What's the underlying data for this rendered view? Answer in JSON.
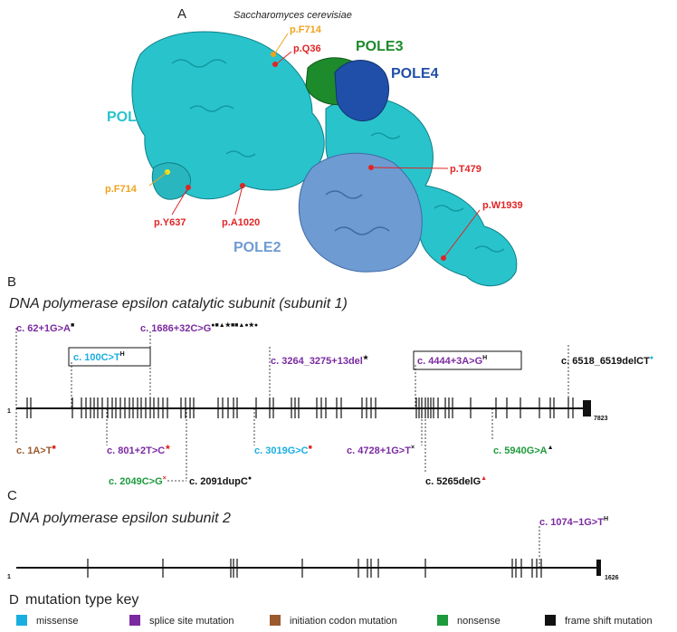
{
  "panels": {
    "a": "A",
    "b": "B",
    "c": "C",
    "d": "D"
  },
  "structure": {
    "species": "Saccharomyces cerevisiae",
    "proteins": [
      {
        "label": "POLE1",
        "color": "#29c3cc"
      },
      {
        "label": "POLE2",
        "color": "#6e9bd2"
      },
      {
        "label": "POLE3",
        "color": "#1d8a2c"
      },
      {
        "label": "POLE4",
        "color": "#1f4fa8"
      }
    ],
    "residues": [
      {
        "label": "p.F714",
        "color": "#f0a21c"
      },
      {
        "label": "p.Q36",
        "color": "#e02525"
      },
      {
        "label": "p.F714",
        "color": "#f0a21c"
      },
      {
        "label": "p.Y637",
        "color": "#e02525"
      },
      {
        "label": "p.A1020",
        "color": "#e02525"
      },
      {
        "label": "p.T479",
        "color": "#e02525"
      },
      {
        "label": "p.W1939",
        "color": "#e02525"
      }
    ]
  },
  "subunit1": {
    "title": "DNA polymerase epsilon catalytic subunit (subunit 1)",
    "start": "1",
    "end": "7823",
    "mutations": [
      {
        "label": "c. 62+1G>A",
        "color": "#7a2aa0",
        "sup": "■",
        "sup_color": "#111111"
      },
      {
        "label": "c. 100C>T",
        "color": "#1aaee0",
        "sup": "H",
        "sup_color": "#111111"
      },
      {
        "label": "c. 1686+32C>G",
        "color": "#7a2aa0",
        "sup": "●■▲★■■▲●★●",
        "sup_color": "#111111"
      },
      {
        "label": "c. 3264_3275+13del",
        "color": "#7a2aa0",
        "sup": "★",
        "sup_color": "#111111"
      },
      {
        "label": "c. 4444+3A>G",
        "color": "#7a2aa0",
        "sup": "H",
        "sup_color": "#111111"
      },
      {
        "label": "c. 6518_6519delCT",
        "color": "#111111",
        "sup": "●",
        "sup_color": "#1aaee0"
      },
      {
        "label": "c. 1A>T",
        "color": "#9b5a2e",
        "sup": "■",
        "sup_color": "#e02525"
      },
      {
        "label": "c. 801+2T>C",
        "color": "#7a2aa0",
        "sup": "★",
        "sup_color": "#e02525"
      },
      {
        "label": "c. 3019G>C",
        "color": "#1aaee0",
        "sup": "■",
        "sup_color": "#e02525"
      },
      {
        "label": "c. 4728+1G>T",
        "color": "#7a2aa0",
        "sup": "×",
        "sup_color": "#111111"
      },
      {
        "label": "c. 5940G>A",
        "color": "#1d9a3c",
        "sup": "▲",
        "sup_color": "#111111"
      },
      {
        "label": "c. 2049C>G",
        "color": "#1d9a3c",
        "sup": "×",
        "sup_color": "#e02525"
      },
      {
        "label": "c. 2091dupC",
        "color": "#111111",
        "sup": "●",
        "sup_color": "#111111"
      },
      {
        "label": "c. 5265delG",
        "color": "#111111",
        "sup": "▲",
        "sup_color": "#e02525"
      }
    ]
  },
  "subunit2": {
    "title": "DNA polymerase epsilon subunit 2",
    "start": "1",
    "end": "1626",
    "mutations": [
      {
        "label": "c. 1074−1G>T",
        "color": "#7a2aa0",
        "sup": "H",
        "sup_color": "#111111"
      }
    ]
  },
  "key": {
    "title": "mutation type key",
    "items": [
      {
        "label": "missense",
        "color": "#1aaee0"
      },
      {
        "label": "splice site mutation",
        "color": "#7a2aa0"
      },
      {
        "label": "initiation codon mutation",
        "color": "#9b5a2e"
      },
      {
        "label": "nonsense",
        "color": "#1d9a3c"
      },
      {
        "label": "frame shift mutation",
        "color": "#111111"
      }
    ]
  }
}
